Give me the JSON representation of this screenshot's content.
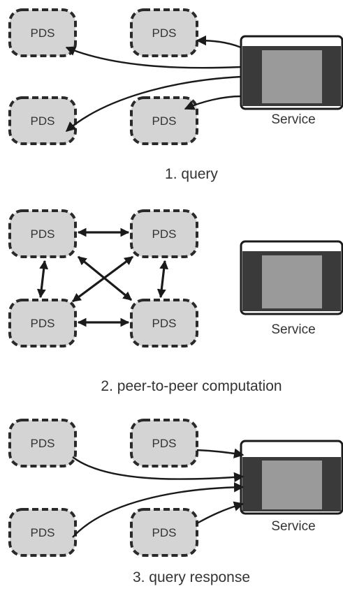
{
  "node_label": "PDS",
  "service_label": "Service",
  "steps": [
    {
      "label": "1. query"
    },
    {
      "label": "2. peer-to-peer computation"
    },
    {
      "label": "3. query response"
    }
  ],
  "colors": {
    "pds_fill": "#d4d4d4",
    "border": "#2a2a2a",
    "service_dark": "#3a3a3a",
    "service_screen": "#9a9a9a"
  }
}
